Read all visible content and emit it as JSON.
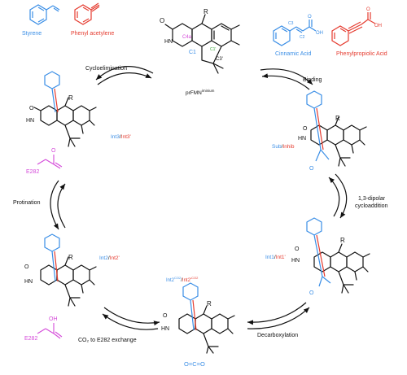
{
  "reagents": {
    "styrene": "Styrene",
    "phenyl_acetylene": "Phenyl acetylene",
    "cinnamic_acid": "Cinnamic Acid",
    "phenylpropiolic_acid": "Phenylpropiolic Acid"
  },
  "center": {
    "name": "prFMN",
    "name_sup": "iminium",
    "atom_c4a": "C4a",
    "atom_c1": "C1",
    "atom_c1p": "C1'",
    "atom_c3": "C3'",
    "atom_r": "R",
    "atom_o_minus": "O",
    "atom_hn": "HN"
  },
  "acid_atoms": {
    "c3": "C3",
    "c2": "C2",
    "oh": "OH",
    "o": "O"
  },
  "steps": {
    "cycloelimination": "Cycloelimination",
    "binding": "Binding",
    "protination": "Protination",
    "dipolar_1": "1,3-dipolar",
    "dipolar_2": "cycloaddition",
    "co2_exchange": "CO₂ to E282 exchange",
    "decarboxylation": "Decarboxylation"
  },
  "intermediates": {
    "int3": "Int3",
    "int3p": "Int3'",
    "sub": "Sub",
    "inhib": "Inhib",
    "int1": "Int1",
    "int1p": "Int1'",
    "int2": "Int2",
    "int2p": "Int2'",
    "int2_co2": "Int2",
    "int2_co2_sup": "CO2",
    "int2p_co2": "Int2'",
    "int2p_co2_sup": "CO2",
    "slash": "/"
  },
  "residues": {
    "e282_a": "E282",
    "e282_b": "E282",
    "o_minus": "O",
    "oh": "OH",
    "co2": "O=C=O"
  },
  "colors": {
    "substrate": "#3a8ee6",
    "inhibitor": "#e53b2f",
    "residue": "#d44ad9",
    "highlight": "#3aa63a"
  }
}
